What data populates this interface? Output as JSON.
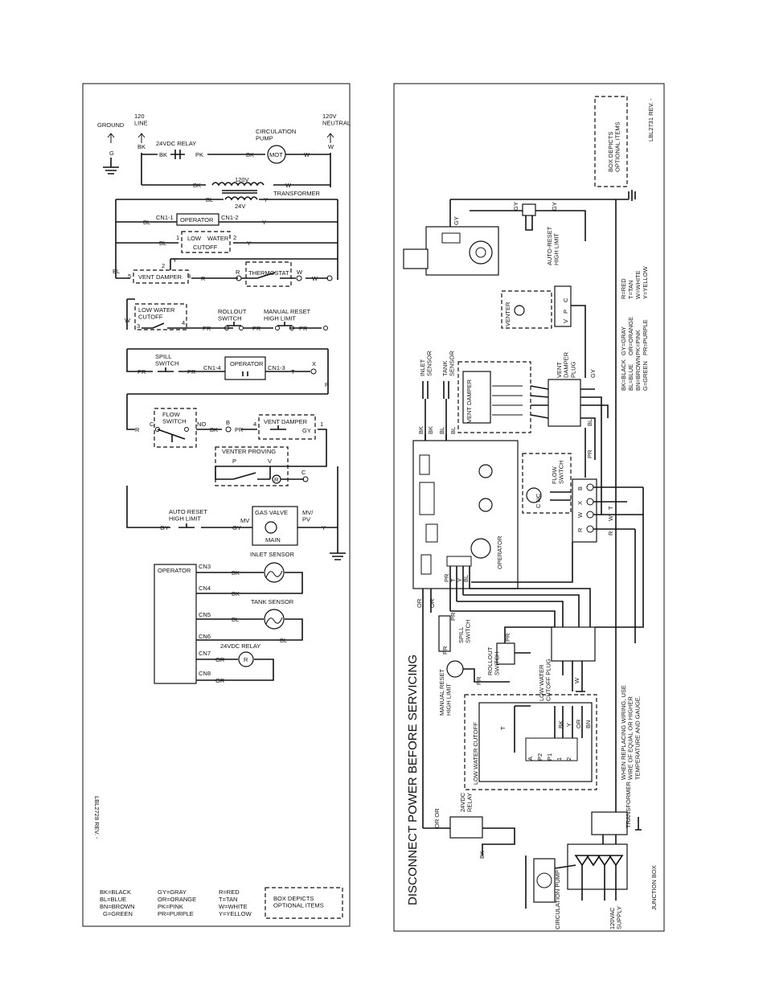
{
  "left_panel": {
    "ground": "GROUND",
    "g": "G",
    "line": "120\nLINE",
    "neutral": "120V\nNEUTRAL",
    "relay_24": "24VDC RELAY",
    "circ_pump": "CIRCULATION\nPUMP",
    "mot": "MOT",
    "transformer": "TRANSFORMER",
    "v120": "120V",
    "v24": "24V",
    "operator": "OPERATOR",
    "cn1_1": "CN1-1",
    "cn1_2": "CN1-2",
    "cn1_3": "CN1-3",
    "cn1_4": "CN1-4",
    "low_water_cutoff_top": "LOW",
    "low_water_cutoff_mid": "WATER",
    "low_water_cutoff_bot": "CUTOFF",
    "vent_damper": "VENT DAMPER",
    "thermostat": "THERMOSTAT",
    "lwco": "LOW WATER\nCUTOFF",
    "rollout": "ROLLOUT\nSWITCH",
    "manual_reset": "MANUAL RESET\nHIGH LIMIT",
    "spill": "SPILL\nSWITCH",
    "flow": "FLOW\nSWITCH",
    "venter_proving": "VENTER PROVING",
    "auto_reset": "AUTO RESET\nHIGH LIMIT",
    "gas_valve": "GAS VALVE",
    "main": "MAIN",
    "mv": "MV",
    "mvpv": "MV/\nPV",
    "inlet_sensor": "INLET SENSOR",
    "tank_sensor": "TANK SENSOR",
    "relay_24b": "24VDC RELAY",
    "cn3": "CN3",
    "cn4": "CN4",
    "cn5": "CN5",
    "cn6": "CN6",
    "cn7": "CN7",
    "cn8": "CN8",
    "rev": "LBL2728 REV. -",
    "legend": [
      "BK=BLACK",
      "BL=BLUE",
      "BN=BROWN",
      "G=GREEN",
      "GY=GRAY",
      "OR=ORANGE",
      "PK=PINK",
      "PR=PURPLE",
      "R=RED",
      "T=TAN",
      "W=WHITE",
      "Y=YELLOW"
    ],
    "optional": "BOX DEPICTS\nOPTIONAL ITEMS"
  },
  "right_panel": {
    "disconnect": "DISCONNECT POWER BEFORE SERVICING",
    "optional": "BOX DEPICTS\nOPTIONAL ITEMS",
    "rev": "LBL2731 REV. -",
    "legend_a": [
      "R=RED",
      "T=TAN",
      "W=WHITE",
      "Y=YELLOW"
    ],
    "legend_b": [
      "GY=GRAY",
      "OR=ORANGE",
      "PK=PINK",
      "PR=PURPLE"
    ],
    "legend_c": [
      "BK=BLACK",
      "BL=BLUE",
      "BN=BROWN",
      "G=GREEN"
    ],
    "auto_reset": "AUTO-RESET\nHIGH LIMIT",
    "venter": "VENTER",
    "vent_damper_plug": "VENT\nDAMPER\nPLUG",
    "inlet_sensor": "INLET\nSENSOR",
    "tank_sensor": "TANK\nSENSOR",
    "vent_damper": "VENT DAMPER",
    "flow_switch": "FLOW\nSWITCH",
    "operator": "OPERATOR",
    "spill_switch": "SPILL\nSWITCH",
    "rollout_switch": "ROLLOUT\nSWITCH",
    "manual_reset": "MANUAL RESET\nHIGH LIMIT",
    "lwco_plug": "LOW WATER\nCUTOFF PLUG",
    "lwco": "LOW WATER CUTOFF",
    "relay": "24VDC\nRELAY",
    "transformer": "TRANSFORMER",
    "circ_pump": "CIRCULATION PUMP",
    "supply": "120VAC\nSUPPLY",
    "junction": "JUNCTION BOX",
    "replace_note": "WHEN REPLACING WIRING, USE\nWIRE OF EQUAL OR HIGHER\nTEMPERATURE AND GAUGE."
  }
}
